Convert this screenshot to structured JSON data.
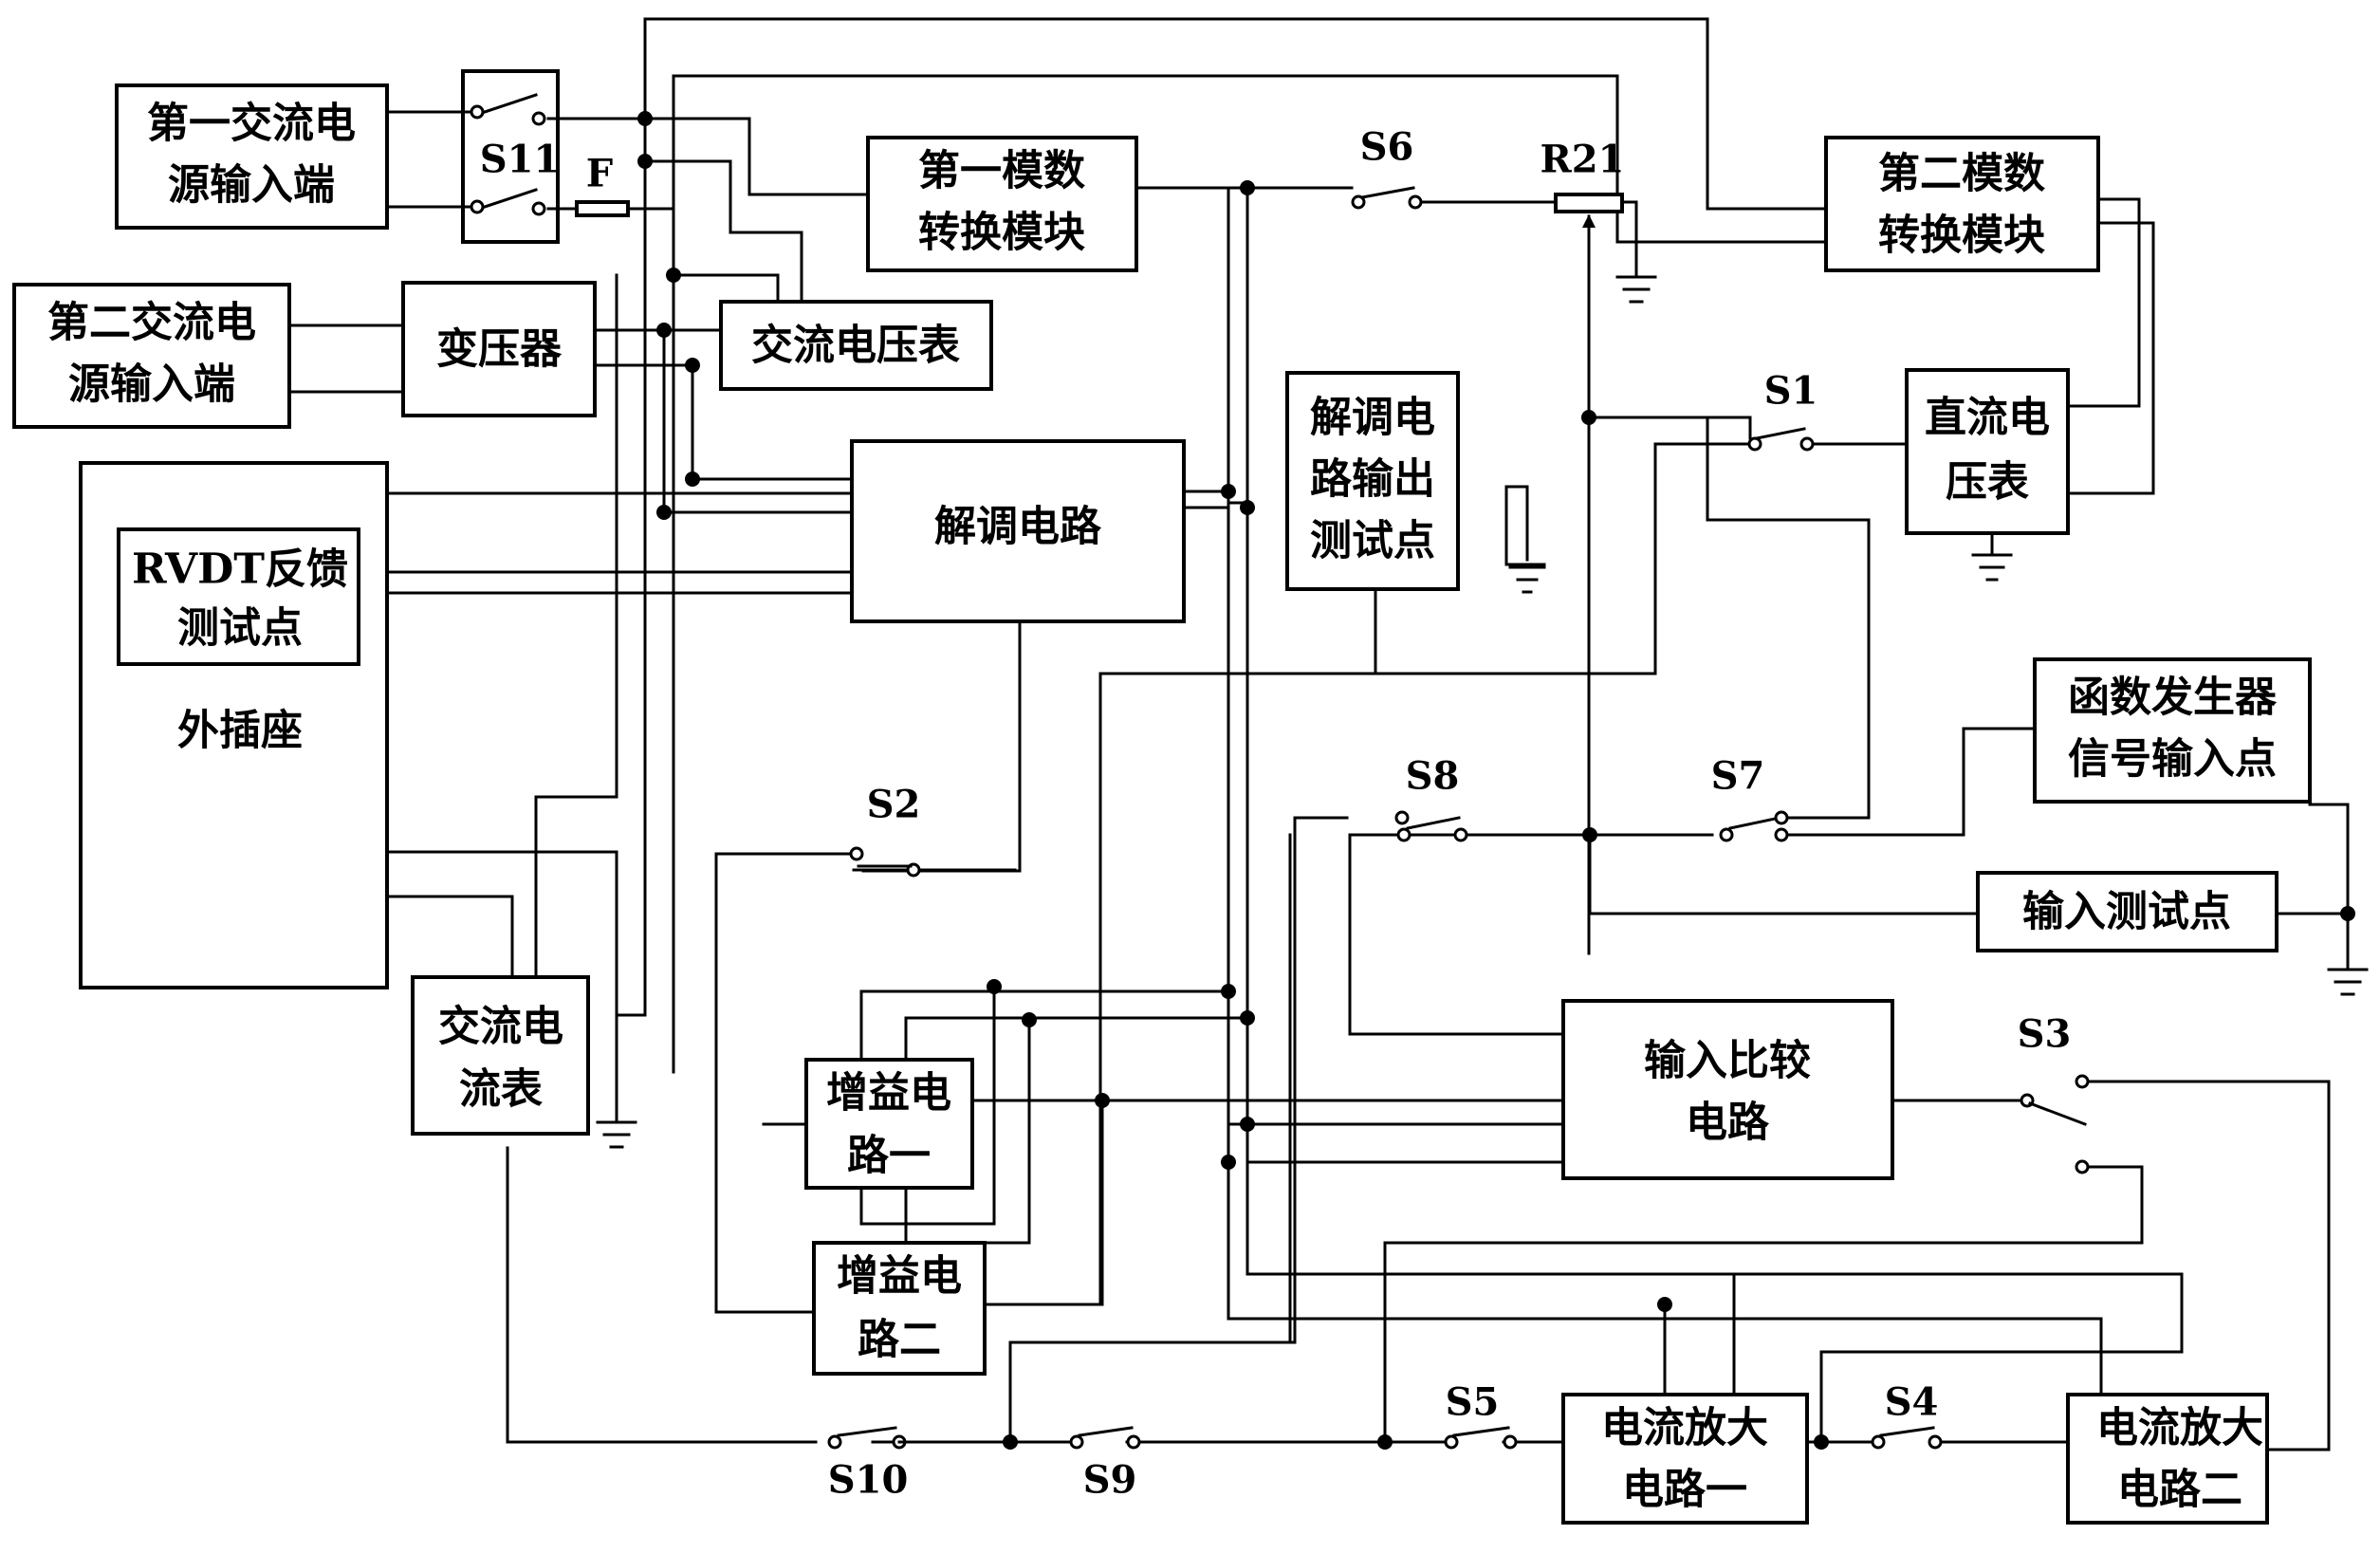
{
  "blocks": {
    "ac1": [
      "第一交流电",
      "源输入端"
    ],
    "ac2": [
      "第二交流电",
      "源输入端"
    ],
    "transformer": [
      "变压器"
    ],
    "ac_voltmeter": [
      "交流电压表"
    ],
    "socket": [
      "外插座"
    ],
    "rvdt": [
      "RVDT反馈",
      "测试点"
    ],
    "ac_ammeter": [
      "交流电",
      "流表"
    ],
    "adc1": [
      "第一模数",
      "转换模块"
    ],
    "adc2": [
      "第二模数",
      "转换模块"
    ],
    "demod": [
      "解调电路"
    ],
    "demod_test": [
      "解调电",
      "路输出",
      "测试点"
    ],
    "dc_voltmeter": [
      "直流电",
      "压表"
    ],
    "func_gen": [
      "函数发生器",
      "信号输入点"
    ],
    "input_test": [
      "输入测试点"
    ],
    "input_cmp": [
      "输入比较",
      "电路"
    ],
    "gain1": [
      "增益电",
      "路一"
    ],
    "gain2": [
      "增益电",
      "路二"
    ],
    "amp1": [
      "电流放大",
      "电路一"
    ],
    "amp2": [
      "电流放大",
      "电路二"
    ]
  },
  "labels": {
    "s1": "S1",
    "s2": "S2",
    "s3": "S3",
    "s4": "S4",
    "s5": "S5",
    "s6": "S6",
    "s7": "S7",
    "s8": "S8",
    "s9": "S9",
    "s10": "S10",
    "s11": "S11",
    "f": "F",
    "r21": "R21"
  }
}
